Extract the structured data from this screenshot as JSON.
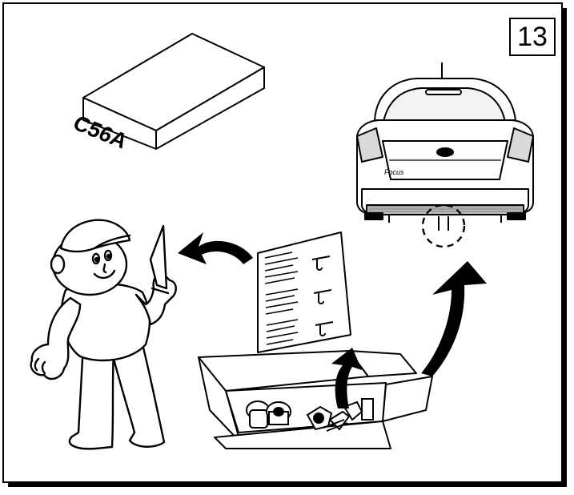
{
  "step_number": "13",
  "kit_label": "C56A",
  "car_badge": "Focus",
  "colors": {
    "ink": "#000000",
    "paper": "#ffffff",
    "shade": "#e6e6e6",
    "panel": "#d9d9d9"
  }
}
